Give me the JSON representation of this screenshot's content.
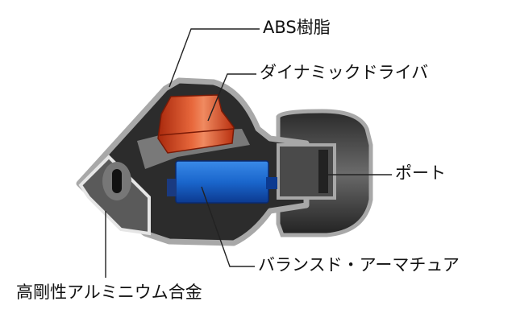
{
  "labels": {
    "abs": "ABS樹脂",
    "dynamic": "ダイナミックドライバ",
    "port": "ポート",
    "ba": "バランスド・アーマチュア",
    "aluminum": "高剛性アルミニウム合金"
  },
  "colors": {
    "shell": "#a8a8a8",
    "interior": "#2a2a2a",
    "dynamic_driver": "#d24a1c",
    "balanced_armature": "#1f6fd0",
    "aluminum": "#e6e6e6"
  }
}
